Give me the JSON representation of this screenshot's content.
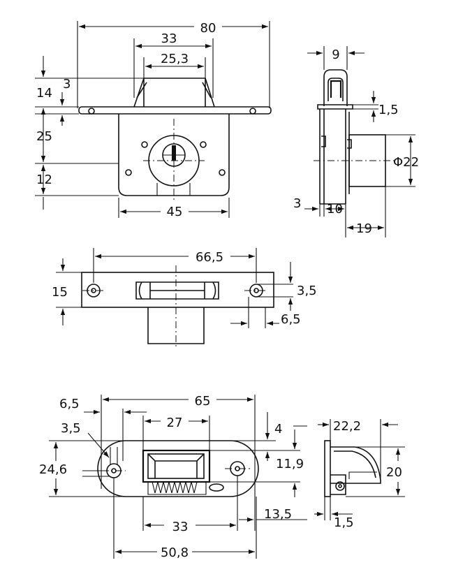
{
  "top_view": {
    "dim_width": "80",
    "dim_bolt_outer": "33",
    "dim_bolt_inner": "25,3",
    "dim_flange": "14",
    "dim_flange_thk": "3",
    "dim_upper": "25",
    "dim_lower": "12",
    "dim_body": "45"
  },
  "side_view": {
    "dim_bolt": "9",
    "dim_plate": "1,5",
    "dim_cylinder": "Φ22",
    "dim_edge": "3",
    "dim_offset": "10",
    "dim_depth": "19"
  },
  "middle_view": {
    "dim_holes": "66,5",
    "dim_height": "15",
    "dim_hole_dia": "3,5",
    "dim_hole_edge": "6,5"
  },
  "bottom_view": {
    "dim_left_edge": "6,5",
    "dim_total": "65",
    "dim_hole": "3,5",
    "dim_opening": "27",
    "dim_top": "4",
    "dim_height": "24,6",
    "dim_inner_height": "11,9",
    "dim_spring": "33",
    "dim_right": "13,5",
    "dim_base": "50,8"
  },
  "bottom_side_view": {
    "dim_width": "22,2",
    "dim_height": "20",
    "dim_thickness": "1,5"
  }
}
